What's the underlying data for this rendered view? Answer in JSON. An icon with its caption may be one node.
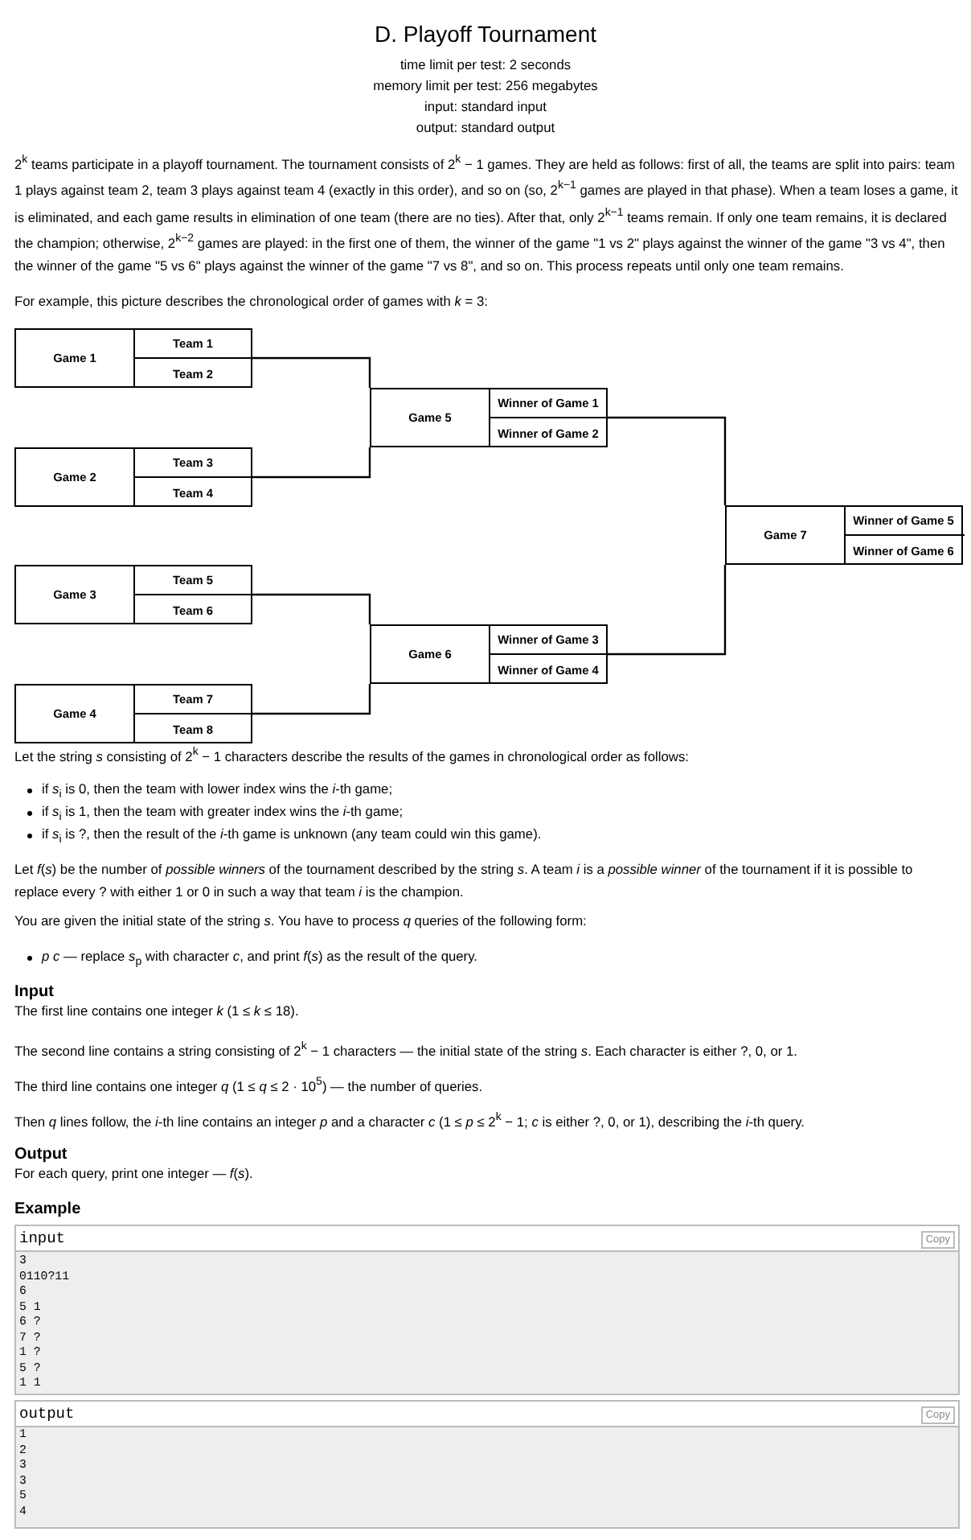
{
  "diagram": {
    "title": "D. Playoff Tournament",
    "nodes": [
      {
        "text": [
          "Game 1",
          "Team 1",
          "Team 2"
        ]
      },
      {
        "text": [
          "Game 2",
          "Team 3",
          "Team 4"
        ]
      },
      {
        "text": [
          "Game 3",
          "Team 5",
          "Team 6"
        ]
      },
      {
        "text": [
          "Game 4",
          "Team 7",
          "Team 8"
        ]
      },
      {
        "text": [
          "Game 5",
          "Winner of Game 1",
          "Winner of Game 2"
        ]
      },
      {
        "text": [
          "Game 6",
          "Winner of Game 3",
          "Winner of Game 4"
        ]
      },
      {
        "text": [
          "Game 7",
          "Winner of Game 5",
          "Winner of Game 6"
        ]
      }
    ],
    "edges": [
      {
        "from": 0,
        "to": 4,
        "arrow": "none"
      },
      {
        "from": 1,
        "to": 4,
        "arrow": "none"
      },
      {
        "from": 2,
        "to": 5,
        "arrow": "none"
      },
      {
        "from": 3,
        "to": 5,
        "arrow": "none"
      },
      {
        "from": 4,
        "to": 6,
        "arrow": "none"
      },
      {
        "from": 5,
        "to": 6,
        "arrow": "none"
      }
    ],
    "labels": [
      "time limit per test: 2 seconds",
      "memory limit per test: 256 megabytes",
      "input: standard input",
      "output: standard output",
      "2$^{k}$ teams participate in a playoff tournament. The tournament consists of 2$^{k}$ − 1 games. They are held as follows: first of all, the teams are split into pairs: team 1 plays against team 2, team 3 plays against team 4 (exactly in this order), and so on (so, 2$^{k−1}$ games are played in that phase). When a team loses a game, it is eliminated, and each game results in elimination of one team (there are no ties). After that, only 2$^{k−1}$ teams remain. If only one team remains, it is declared the champion; otherwise, 2$^{k−2}$ games are played: in the first one of them, the winner of the game \"1 vs 2\" plays against the winner of the game \"3 vs 4\", then the winner of the game \"5 vs 6\" plays against the winner of the game \"7 vs 8\", and so on. This process repeats until only one team remains.",
      "For example, this picture describes the chronological order of games with *k* = 3:",
      "Let the string *s* consisting of 2$^{k}$ − 1 characters describe the results of the games in chronological order as follows:",
      "if *s*$_{i}$ is 0, then the team with lower index wins the *i*-th game;",
      "if *s*$_{i}$ is 1, then the team with greater index wins the *i*-th game;",
      "if *s*$_{i}$ is ?, then the result of the *i*-th game is unknown (any team could win this game).",
      "Let *f*(*s*) be the number of *possible winners* of the tournament described by the string *s*. A team *i* is a *possible winner* of the tournament if it is possible to replace every ? with either 1 or 0 in such a way that team *i* is the champion.",
      "You are given the initial state of the string *s*. You have to process *q* queries of the following form:",
      "*p* *c* — replace *s*$_{p}$ with character *c*, and print *f*(*s*) as the result of the query.",
      "Input",
      "The first line contains one integer *k* (1 ≤ *k* ≤ 18).",
      "The second line contains a string consisting of 2$^{k}$ − 1 characters — the initial state of the string *s*. Each character is either ?, 0, or 1.",
      "The third line contains one integer *q* (1 ≤ *q* ≤ 2 · 10$^{5}$) — the number of queries.",
      "Then *q* lines follow, the *i*-th line contains an integer *p* and a character *c* (1 ≤ *p* ≤ 2$^{k}$ − 1; *c* is either ?, 0, or 1), describing the *i*-th query.",
      "Output",
      "For each query, print one integer — *f*(*s*).",
      "Example",
      "input",
      "Copy",
      "3",
      "0110?11",
      "6",
      "5 1",
      "6 ?",
      "7 ?",
      "1 ?",
      "5 ?",
      "1 1",
      "output",
      "Copy",
      "1",
      "2",
      "3",
      "3",
      "5",
      "4"
    ]
  }
}
